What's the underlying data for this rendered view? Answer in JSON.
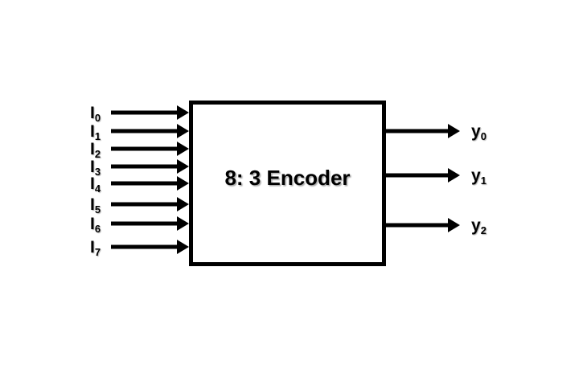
{
  "diagram": {
    "title": "8: 3 Encoder"
  },
  "inputs": [
    {
      "base": "I",
      "sub": "0"
    },
    {
      "base": "I",
      "sub": "1"
    },
    {
      "base": "I",
      "sub": "2"
    },
    {
      "base": "I",
      "sub": "3"
    },
    {
      "base": "I",
      "sub": "4"
    },
    {
      "base": "I",
      "sub": "5"
    },
    {
      "base": "I",
      "sub": "6"
    },
    {
      "base": "I",
      "sub": "7"
    }
  ],
  "outputs": [
    {
      "base": "y",
      "sub": "0"
    },
    {
      "base": "y",
      "sub": "1"
    },
    {
      "base": "y",
      "sub": "2"
    }
  ],
  "colors": {
    "line": "#000000",
    "background": "#ffffff"
  }
}
